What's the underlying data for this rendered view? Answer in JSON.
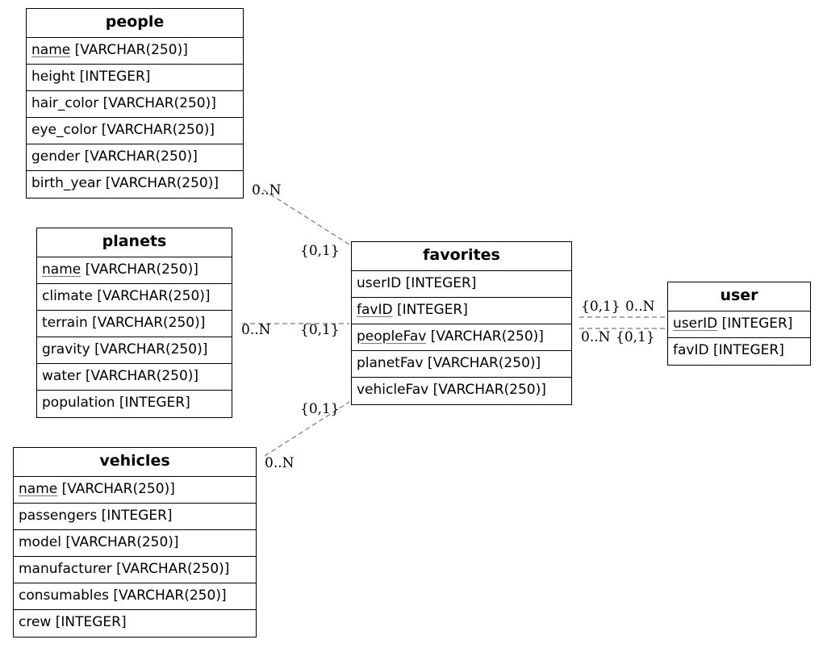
{
  "entities": {
    "people": {
      "title": "people",
      "fields": [
        {
          "name": "name",
          "type": " [VARCHAR(250)]",
          "pk": true
        },
        {
          "name": "height",
          "type": " [INTEGER]",
          "pk": false
        },
        {
          "name": "hair_color",
          "type": " [VARCHAR(250)]",
          "pk": false
        },
        {
          "name": "eye_color",
          "type": " [VARCHAR(250)]",
          "pk": false
        },
        {
          "name": "gender",
          "type": " [VARCHAR(250)]",
          "pk": false
        },
        {
          "name": "birth_year",
          "type": " [VARCHAR(250)]",
          "pk": false
        }
      ]
    },
    "planets": {
      "title": "planets",
      "fields": [
        {
          "name": "name",
          "type": " [VARCHAR(250)]",
          "pk": true
        },
        {
          "name": "climate",
          "type": " [VARCHAR(250)]",
          "pk": false
        },
        {
          "name": "terrain",
          "type": " [VARCHAR(250)]",
          "pk": false
        },
        {
          "name": "gravity",
          "type": " [VARCHAR(250)]",
          "pk": false
        },
        {
          "name": "water",
          "type": " [VARCHAR(250)]",
          "pk": false
        },
        {
          "name": "population",
          "type": " [INTEGER]",
          "pk": false
        }
      ]
    },
    "vehicles": {
      "title": "vehicles",
      "fields": [
        {
          "name": "name",
          "type": " [VARCHAR(250)]",
          "pk": true
        },
        {
          "name": "passengers",
          "type": " [INTEGER]",
          "pk": false
        },
        {
          "name": "model",
          "type": " [VARCHAR(250)]",
          "pk": false
        },
        {
          "name": "manufacturer",
          "type": " [VARCHAR(250)]",
          "pk": false
        },
        {
          "name": "consumables",
          "type": " [VARCHAR(250)]",
          "pk": false
        },
        {
          "name": "crew",
          "type": " [INTEGER]",
          "pk": false
        }
      ]
    },
    "favorites": {
      "title": "favorites",
      "fields": [
        {
          "name": "userID",
          "type": " [INTEGER]",
          "pk": false
        },
        {
          "name": "favID",
          "type": " [INTEGER]",
          "pk": true
        },
        {
          "name": "peopleFav",
          "type": " [VARCHAR(250)]",
          "pk": true
        },
        {
          "name": "planetFav",
          "type": " [VARCHAR(250)]",
          "pk": false
        },
        {
          "name": "vehicleFav",
          "type": " [VARCHAR(250)]",
          "pk": false
        }
      ]
    },
    "user": {
      "title": "user",
      "fields": [
        {
          "name": "userID",
          "type": " [INTEGER]",
          "pk": true
        },
        {
          "name": "favID",
          "type": " [INTEGER]",
          "pk": false
        }
      ]
    }
  },
  "relationships": [
    {
      "from": "people",
      "to": "favorites",
      "from_card": "0..N",
      "to_card": "{0,1}"
    },
    {
      "from": "planets",
      "to": "favorites",
      "from_card": "0..N",
      "to_card": "{0,1}"
    },
    {
      "from": "vehicles",
      "to": "favorites",
      "from_card": "0..N",
      "to_card": "{0,1}"
    },
    {
      "from": "favorites",
      "to": "user",
      "from_card": "{0,1}",
      "to_card": "0..N"
    },
    {
      "from": "favorites",
      "to": "user",
      "from_card": "0..N",
      "to_card": "{0,1}"
    }
  ],
  "colors": {
    "edge": "#777777",
    "border": "#000000",
    "background": "#ffffff"
  }
}
